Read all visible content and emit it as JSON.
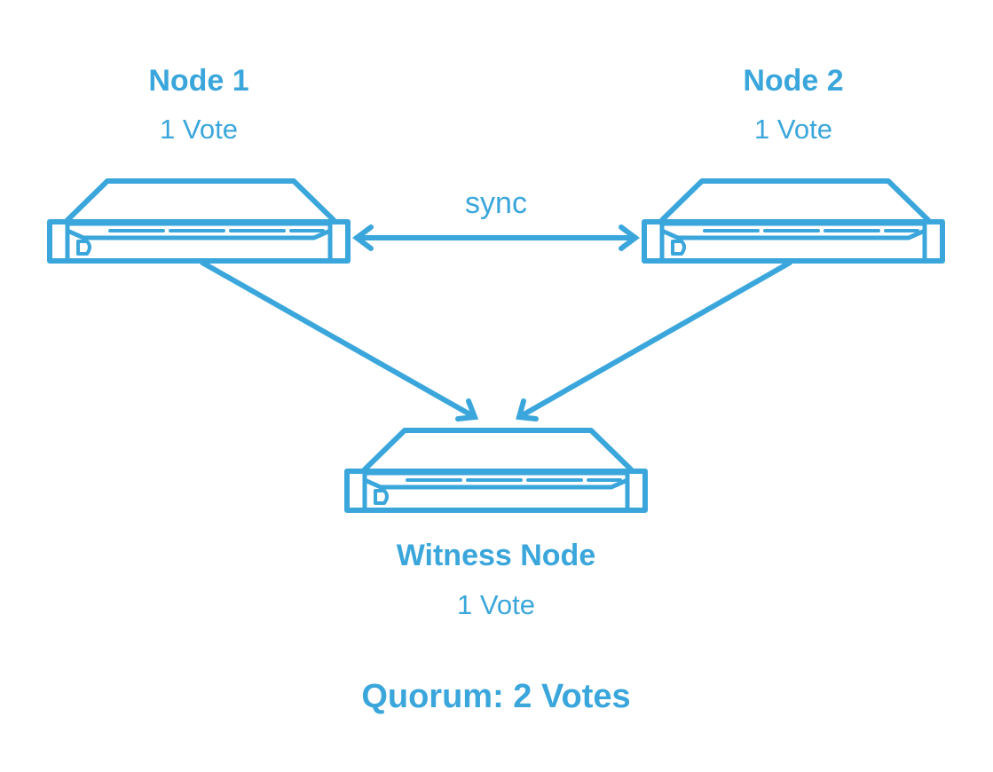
{
  "theme": {
    "accent": "#3aa6db"
  },
  "nodes": {
    "node1": {
      "title": "Node 1",
      "votes": "1 Vote",
      "icon": "server-rack-icon"
    },
    "node2": {
      "title": "Node 2",
      "votes": "1 Vote",
      "icon": "server-rack-icon"
    },
    "witness": {
      "title": "Witness Node",
      "votes": "1 Vote",
      "icon": "server-rack-icon"
    }
  },
  "sync_label": "sync",
  "quorum": "Quorum: 2 Votes"
}
